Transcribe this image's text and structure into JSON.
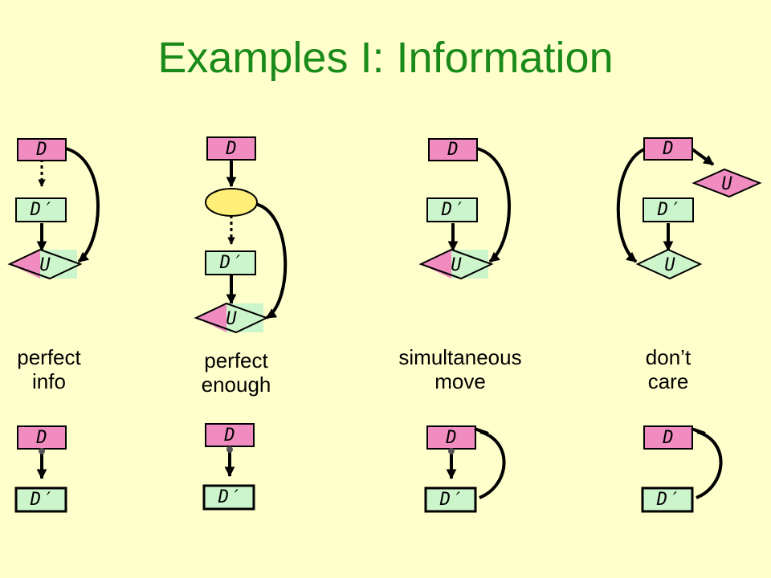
{
  "title": "Examples I: Information",
  "labels": {
    "decision": "D",
    "decision_prime": "D′",
    "utility": "U"
  },
  "colors": {
    "decision_fill": "#f08cc0",
    "decision_prime_fill": "#ccf5cc",
    "utility_fill": "#ccf5cc",
    "utility_highlight": "#f08cc0",
    "chance_fill": "#ffee77",
    "title": "#1a8a1a",
    "background": "#ffffcc"
  },
  "captions": [
    "perfect\ninfo",
    "perfect\nenough",
    "simultaneous\nmove",
    "don’t\ncare"
  ]
}
